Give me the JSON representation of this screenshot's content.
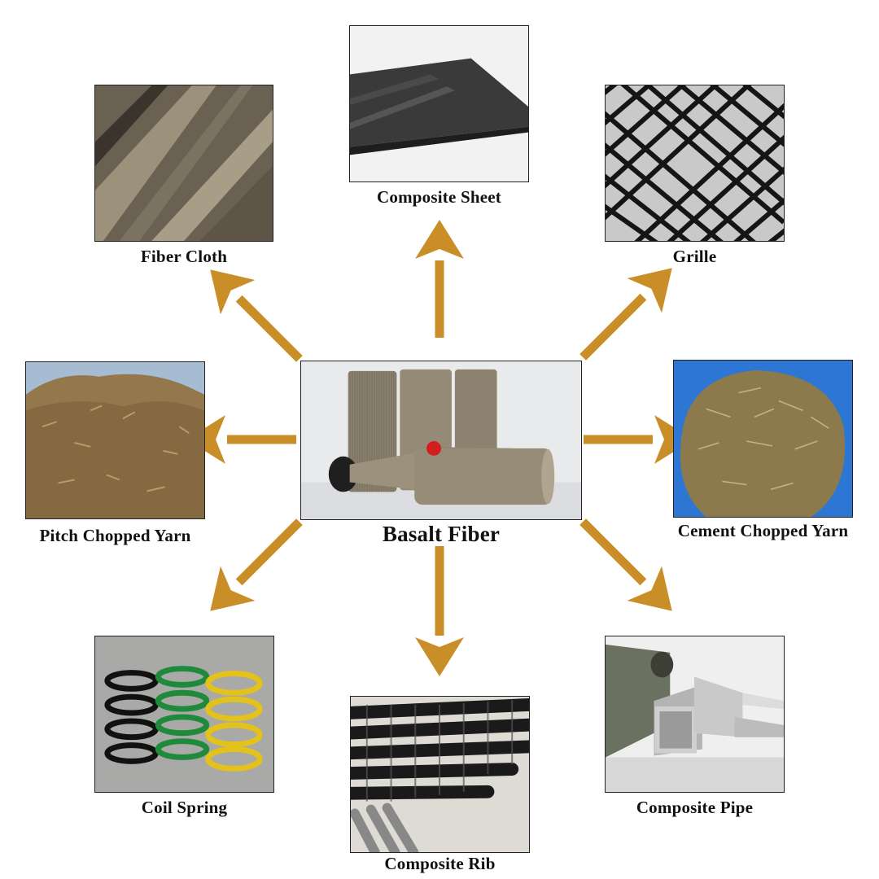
{
  "center": {
    "label": "Basalt Fiber"
  },
  "products": [
    {
      "id": "composite-sheet",
      "label": "Composite Sheet"
    },
    {
      "id": "fiber-cloth",
      "label": "Fiber Cloth"
    },
    {
      "id": "grille",
      "label": "Grille"
    },
    {
      "id": "pitch-chopped-yarn",
      "label": "Pitch Chopped Yarn"
    },
    {
      "id": "cement-chopped-yarn",
      "label": "Cement Chopped Yarn"
    },
    {
      "id": "coil-spring",
      "label": "Coil Spring"
    },
    {
      "id": "composite-rib",
      "label": "Composite Rib"
    },
    {
      "id": "composite-pipe",
      "label": "Composite Pipe"
    }
  ],
  "colors": {
    "arrow": "#C98E27",
    "border": "#222222",
    "text": "#111111"
  }
}
